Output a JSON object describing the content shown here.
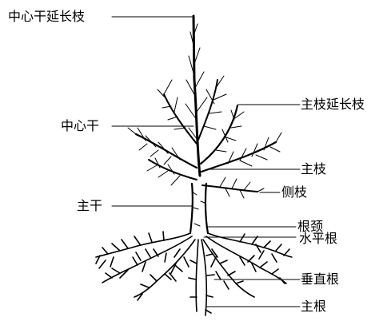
{
  "labels": {
    "central_leader_extension": "中心干延长枝",
    "main_branch_extension": "主枝延长枝",
    "central_leader": "中心干",
    "main_branch": "主枝",
    "lateral_branch": "侧枝",
    "trunk": "主干",
    "root_neck": "根颈",
    "horizontal_root": "水平根",
    "vertical_root": "垂直根",
    "taproot": "主根"
  },
  "colors": {
    "ink": "#000000",
    "background": "#ffffff"
  }
}
